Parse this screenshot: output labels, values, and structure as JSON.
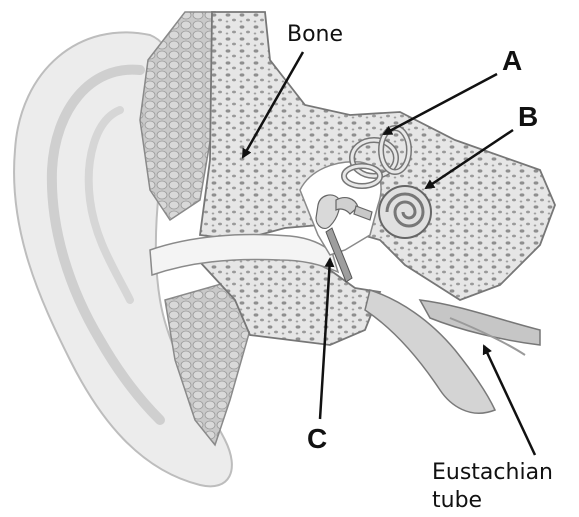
{
  "labels": {
    "bone": "Bone",
    "a": "A",
    "b": "B",
    "c": "C",
    "eustachian_line1": "Eustachian",
    "eustachian_line2": "tube"
  },
  "colors": {
    "outer_ear_fill": "#ececec",
    "outer_ear_shadow": "#cfcfcf",
    "bone_fill": "#e2e2e2",
    "bone_pore": "#8f8f8f",
    "inner_cavity": "#ffffff",
    "tissue": "#b9b9b9",
    "outline": "#6f6f6f",
    "arrow": "#111111"
  }
}
